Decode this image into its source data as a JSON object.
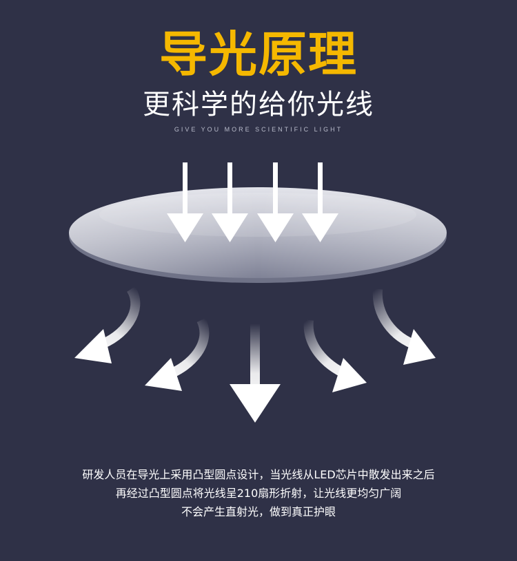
{
  "header": {
    "title": "导光原理",
    "subtitle": "更科学的给你光线",
    "tagline": "GIVE YOU MORE SCIENTIFIC LIGHT"
  },
  "description": {
    "line1": "研发人员在导光上采用凸型圆点设计，当光线从LED芯片中散发出来之后",
    "line2": "再经过凸型圆点将光线呈210扇形折射，让光线更均匀广阔",
    "line3": "不会产生直射光，做到真正护眼"
  },
  "colors": {
    "background": "#2f3147",
    "title": "#f5b800",
    "text": "#ffffff",
    "lens_light": "#dcdde6",
    "lens_dark": "#8b8ea0"
  },
  "icons": {
    "incoming_arrows": "arrow-down-icon",
    "refracted_arrows": "curved-arrow-icon"
  }
}
